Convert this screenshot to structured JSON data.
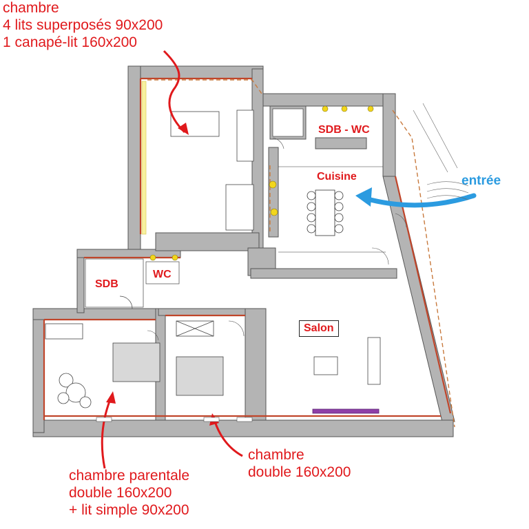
{
  "annotations": {
    "top": [
      "chambre",
      "4 lits superposés 90x200",
      "1 canapé-lit 160x200"
    ],
    "bottom_left": [
      "chambre parentale",
      "double 160x200",
      "+ lit simple 90x200"
    ],
    "bottom_right": [
      "chambre",
      "double 160x200"
    ]
  },
  "rooms": {
    "sdb_wc": "SDB - WC",
    "cuisine": "Cuisine",
    "sdb": "SDB",
    "wc": "WC",
    "salon": "Salon"
  },
  "entry_label": "entrée",
  "colors": {
    "annotation": "#e0191c",
    "entry_arrow": "#2b9be0",
    "wall": "#b4b4b4",
    "wall_outline": "#555555",
    "brick_edge": "#c0452a",
    "light_fixture": "#f2d61c",
    "sofa": "#8e3fa8"
  }
}
